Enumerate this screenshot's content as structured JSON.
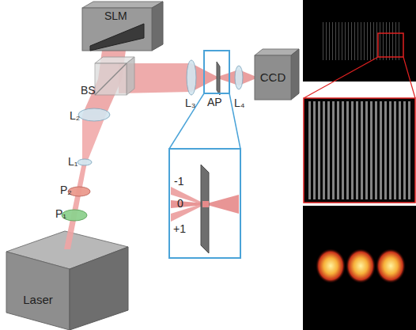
{
  "diagram": {
    "nodes": [
      {
        "text": [
          "CCD"
        ]
      },
      {
        "text": [
          "Laser"
        ]
      }
    ],
    "labels": [
      "SLM",
      "BS",
      "L₂",
      "L₃",
      "AP",
      "L₄",
      "L₁",
      "P₂",
      "P₁",
      "-1",
      "0",
      "+1"
    ]
  }
}
